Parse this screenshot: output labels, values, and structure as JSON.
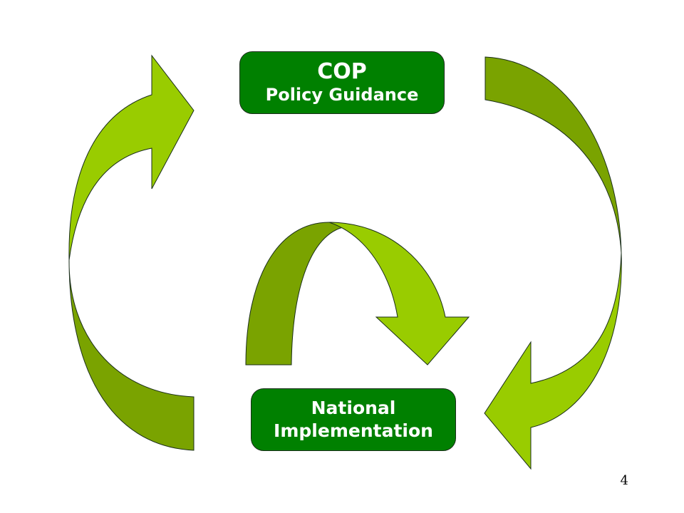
{
  "slide": {
    "top_box": {
      "title": "COP",
      "subtitle": "Policy Guidance"
    },
    "bottom_box": {
      "line1": "National",
      "line2": "Implementation"
    },
    "page_number": "4"
  },
  "colors": {
    "box_fill": "#008000",
    "box_text": "#ffffff",
    "arrow_light": "#99cc00",
    "arrow_dark": "#7aa300",
    "outline": "#1a2e1a"
  },
  "icons": [
    "curved-arrow-left-up",
    "curved-arrow-right-down",
    "curved-arrow-center-down"
  ]
}
